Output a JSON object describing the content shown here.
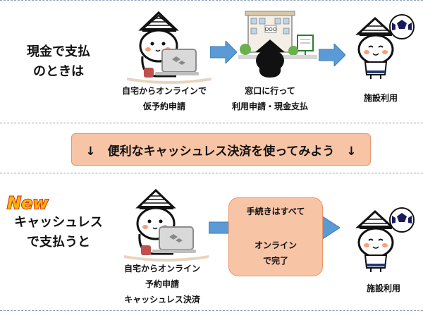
{
  "top_section": {
    "heading_line1": "現金で支払",
    "heading_line2": "のときは",
    "step1_line1": "自宅からオンラインで",
    "step1_line2": "仮予約申請",
    "step2_line1": "窓口に行って",
    "step2_line2": "利用申請・現金支払",
    "step3": "施設利用",
    "building_sign": "OOO"
  },
  "banner": {
    "text": "↓　便利なキャッシュレス決済を使ってみよう　↓"
  },
  "bottom_section": {
    "new_logo": "New",
    "heading_line1": "キャッシュレス",
    "heading_line2": "で支払うと",
    "step1_line1": "自宅からオンライン",
    "step1_line2": "予約申請",
    "step1_line3": "キャッシュレス決済",
    "online_box_line1": "手続きはすべて",
    "online_box_line2": "オンライン",
    "online_box_line3": "で完了",
    "step3": "施設利用"
  },
  "colors": {
    "arrow_blue": "#5b9bd5",
    "banner_fill": "#f7c4a6",
    "banner_border": "#e8956d",
    "new_logo_yellow": "#f5b800",
    "new_logo_red": "#d9252a"
  }
}
